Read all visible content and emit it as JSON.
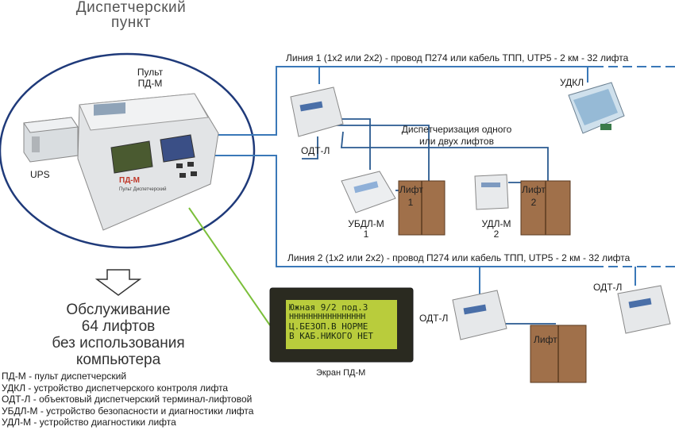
{
  "header": {
    "title_line1": "Диспетчерский",
    "title_line2": "пункт"
  },
  "console": {
    "label_line1": "Пульт",
    "label_line2": "ПД-М",
    "panel_brand": "ПД-М",
    "panel_caption": "Пульт Диспетчерский"
  },
  "ups": {
    "label": "UPS"
  },
  "lines": {
    "line1": "Линия 1 (1х2 или 2х2) - провод П274 или кабель ТПП, UTP5 - 2 км - 32 лифта",
    "line2": "Линия 2 (1х2 или 2х2) - провод П274 или кабель ТПП, UTP5 - 2 км - 32 лифта"
  },
  "devices": {
    "udkl": "УДКЛ",
    "odtl_top": "ОДТ-Л",
    "odtl_mid": "ОДТ-Л",
    "odtl_right": "ОДТ-Л",
    "ubdlm_line1": "УБДЛ-М",
    "ubdlm_line2": "1",
    "udlm_line1": "УДЛ-М",
    "udlm_line2": "2"
  },
  "dispatch": {
    "line1": "Диспетчеризация одного",
    "line2": "или двух лифтов"
  },
  "lifts": {
    "lift1_label": "Лифт",
    "lift1_num": "1",
    "lift2_label": "Лифт",
    "lift2_num": "2",
    "lift3_label": "Лифт"
  },
  "screen": {
    "caption": "Экран ПД-М",
    "line1": "Южная 9/2 под.3",
    "line2": "НННННННННННННННН",
    "line3": "Ц.БЕЗОП.В НОРМЕ",
    "line4": "В КАБ.НИКОГО НЕТ"
  },
  "service": {
    "line1": "Обслуживание",
    "line2": "64 лифтов",
    "line3": "без использования",
    "line4": "компьютера"
  },
  "legend": [
    "ПД-М - пульт диспетчерский",
    "УДКЛ - устройство диспетчерского контроля лифта",
    "ОДТ-Л - объектовый диспетчерский терминал-лифтовой",
    "УБДЛ-М - устройство безопасности и диагностики лифта",
    "УДЛ-М - устройство диагностики лифта"
  ],
  "colors": {
    "wire": "#3a78b8",
    "green_wire": "#7bbf3a",
    "lift_door": "#a0704a",
    "lcd_bg": "#b9cc3c"
  }
}
